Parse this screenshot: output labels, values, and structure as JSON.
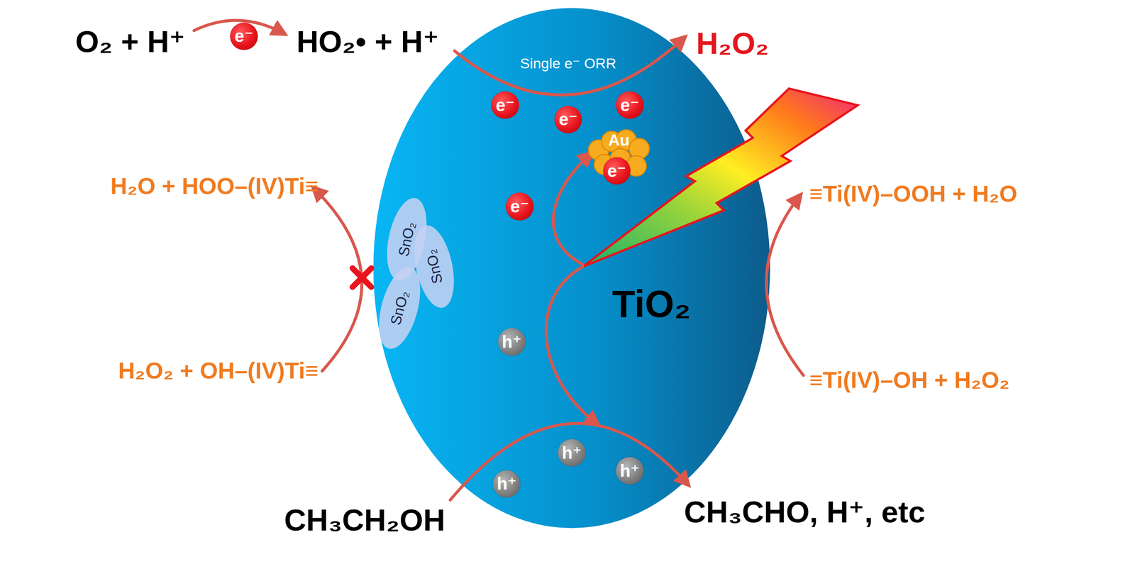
{
  "diagram": {
    "nodes": [
      {
        "text": [
          "e⁻"
        ]
      },
      {
        "text": [
          "TiO₂"
        ]
      },
      {
        "text": [
          "e⁻"
        ],
        "in": 1
      },
      {
        "text": [
          "e⁻"
        ],
        "in": 1
      },
      {
        "text": [
          "e⁻"
        ],
        "in": 1
      },
      {
        "text": [
          "Au"
        ],
        "in": 1
      },
      {
        "text": [
          "e⁻"
        ],
        "in": 5
      },
      {
        "text": [
          "e⁻"
        ],
        "in": 1
      },
      {
        "text": [
          "SnO₂"
        ],
        "in": 1
      },
      {
        "text": [
          "SnO₂"
        ],
        "in": 1
      },
      {
        "text": [
          "SnO₂"
        ],
        "in": 1
      },
      {
        "text": [
          "h⁺"
        ],
        "in": 1
      },
      {
        "text": [
          "h⁺"
        ],
        "in": 1
      },
      {
        "text": [
          "h⁺"
        ],
        "in": 1
      },
      {
        "text": [
          "h⁺"
        ],
        "in": 1
      }
    ],
    "labels": [
      "O₂ + H⁺",
      "HO₂• + H⁺",
      "H₂O₂",
      "Single e⁻ ORR",
      "H₂O + HOO–(IV)Ti≡",
      "≡Ti(IV)–OOH + H₂O",
      "H₂O₂ + OH–(IV)Ti≡",
      "≡Ti(IV)–OH + H₂O₂",
      "CH₃CH₂OH",
      "CH₃CHO, H⁺, etc"
    ]
  }
}
